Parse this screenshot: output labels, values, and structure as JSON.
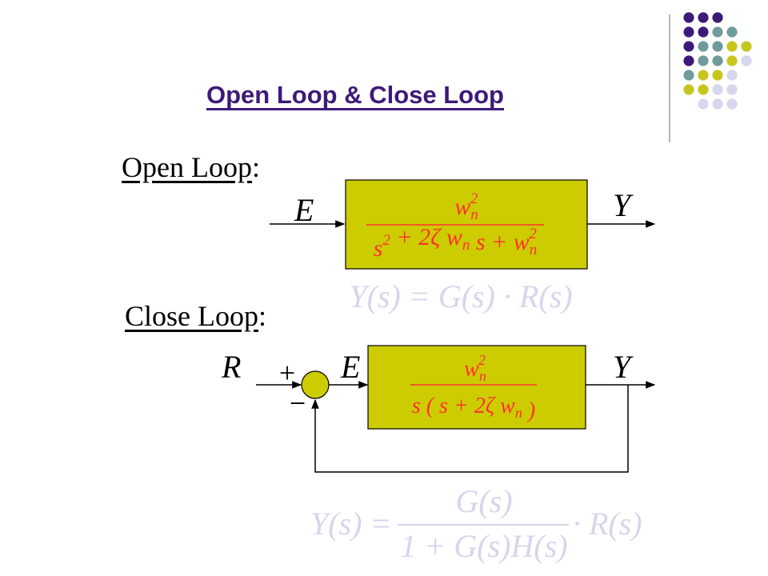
{
  "title": "Open Loop & Close Loop",
  "open_loop": {
    "label": "Open Loop",
    "label_suffix": ":",
    "input": "E",
    "output": "Y",
    "tf_numerator": {
      "base": "w",
      "sub": "n",
      "sup": "2"
    },
    "tf_denominator": [
      {
        "t": "s",
        "sup": "2"
      },
      {
        "t": " + 2ζ "
      },
      {
        "t": "w",
        "sub": "n"
      },
      {
        "t": " s + "
      },
      {
        "t": "w",
        "sub": "n",
        "sup": "2"
      }
    ],
    "equation": "Y(s) = G(s) · R(s)"
  },
  "close_loop": {
    "label": "Close Loop",
    "label_suffix": ":",
    "reference": "R",
    "error": "E",
    "output": "Y",
    "plus_sign": "+",
    "minus_sign": "−",
    "tf_numerator": {
      "base": "w",
      "sub": "n",
      "sup": "2"
    },
    "tf_denominator": [
      {
        "t": "s ( s + 2ζ "
      },
      {
        "t": "w",
        "sub": "n"
      },
      {
        "t": " )"
      }
    ],
    "equation": {
      "lhs": "Y(s) =",
      "numerator": "G(s)",
      "denominator": "1 + G(s)H(s)",
      "rhs": "· R(s)"
    }
  },
  "colors": {
    "title": "#3d1a78",
    "block_fill": "#cccc00",
    "tf_text": "#ff3030",
    "equation": "#d8d4ec",
    "dot_purple": "#3d1a78",
    "dot_teal": "#6f9b9b",
    "dot_olive": "#c6c61e",
    "dot_lavender": "#d6d6ec"
  }
}
